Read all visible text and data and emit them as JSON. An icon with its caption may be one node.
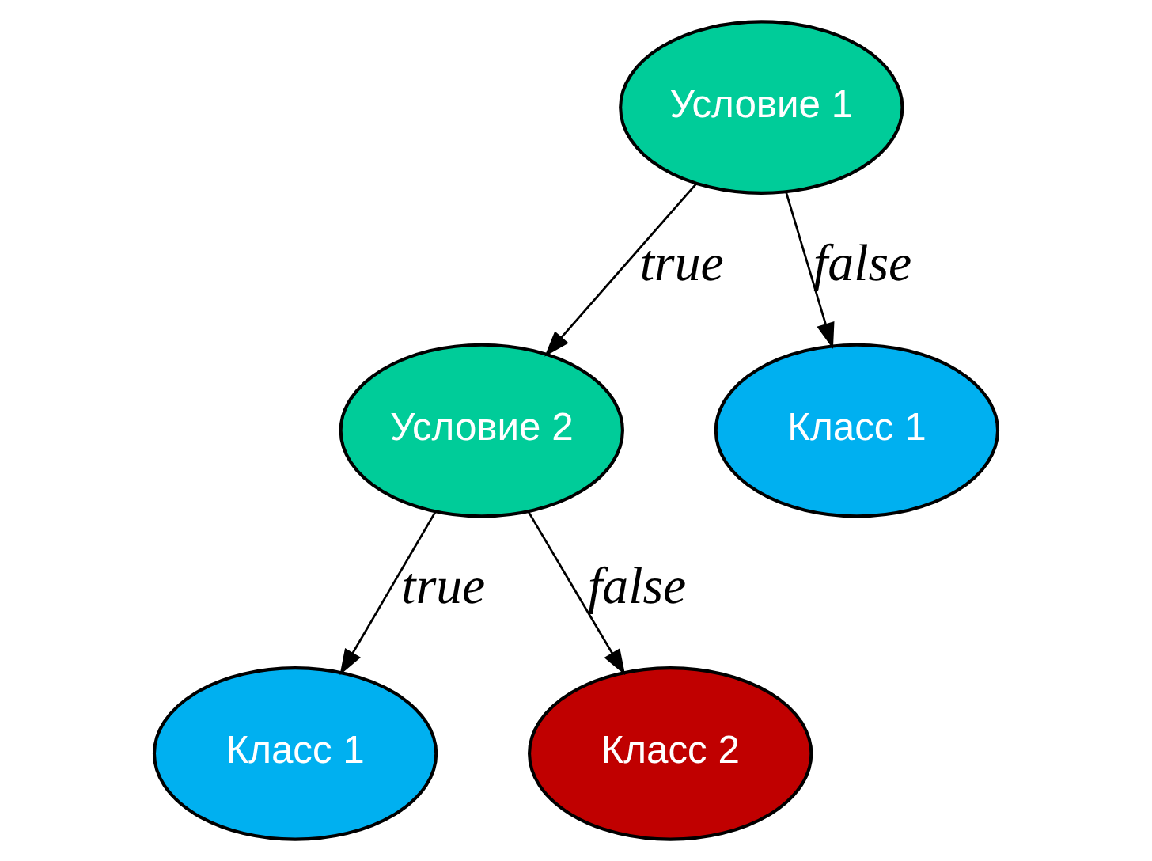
{
  "diagram": {
    "nodes": [
      {
        "text": [
          "Условие 1"
        ]
      },
      {
        "text": [
          "Условие 2"
        ]
      },
      {
        "text": [
          "Класс 1"
        ]
      },
      {
        "text": [
          "Класс 1"
        ]
      },
      {
        "text": [
          "Класс 2"
        ]
      }
    ],
    "edges": [
      {
        "from": 0,
        "to": 1,
        "arrow": "to",
        "label": "true"
      },
      {
        "from": 0,
        "to": 2,
        "arrow": "to",
        "label": "false"
      },
      {
        "from": 1,
        "to": 3,
        "arrow": "to",
        "label": "true"
      },
      {
        "from": 1,
        "to": 4,
        "arrow": "to",
        "label": "false"
      }
    ]
  }
}
